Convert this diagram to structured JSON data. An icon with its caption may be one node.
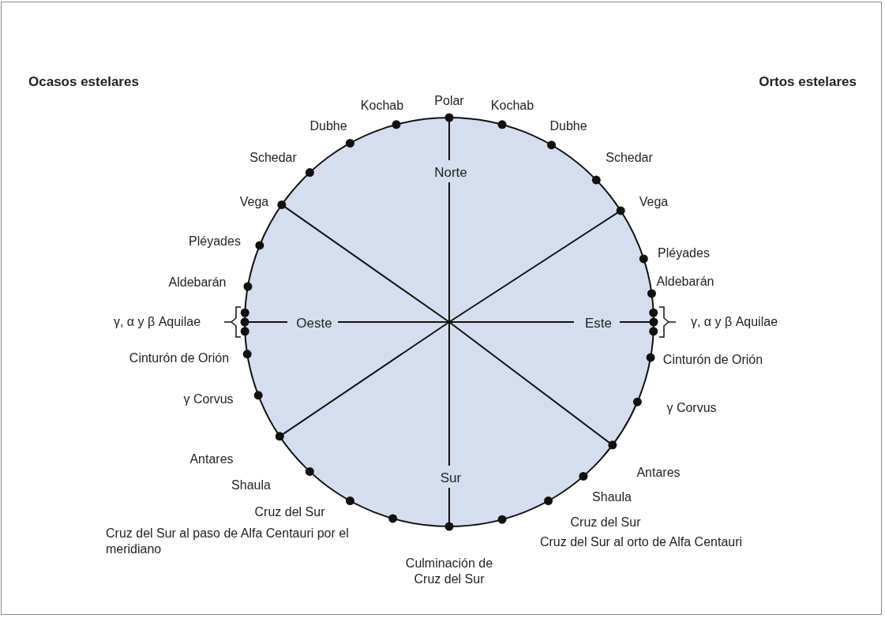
{
  "diagram": {
    "nodes": [
      {
        "text": [
          "Norte",
          "Oeste",
          "Este",
          "Sur"
        ]
      }
    ],
    "labels": [
      "Ocasos estelares",
      "Ortos estelares",
      "Polar",
      "Kochab",
      "Kochab",
      "Dubhe",
      "Dubhe",
      "Schedar",
      "Schedar",
      "Vega",
      "Vega",
      "Pléyades",
      "Pléyades",
      "Aldebarán",
      "Aldebarán",
      "γ, α y β Aquilae",
      "γ, α y β Aquilae",
      "Cinturón de Orión",
      "Cinturón de Orión",
      "γ Corvus",
      "γ Corvus",
      "Antares",
      "Antares",
      "Shaula",
      "Shaula",
      "Cruz del Sur",
      "Cruz del Sur",
      "Cruz del Sur al paso de Alfa Centauri por el meridiano",
      "Cruz del Sur al orto de Alfa Centauri",
      "Culminación de Cruz del Sur"
    ]
  }
}
